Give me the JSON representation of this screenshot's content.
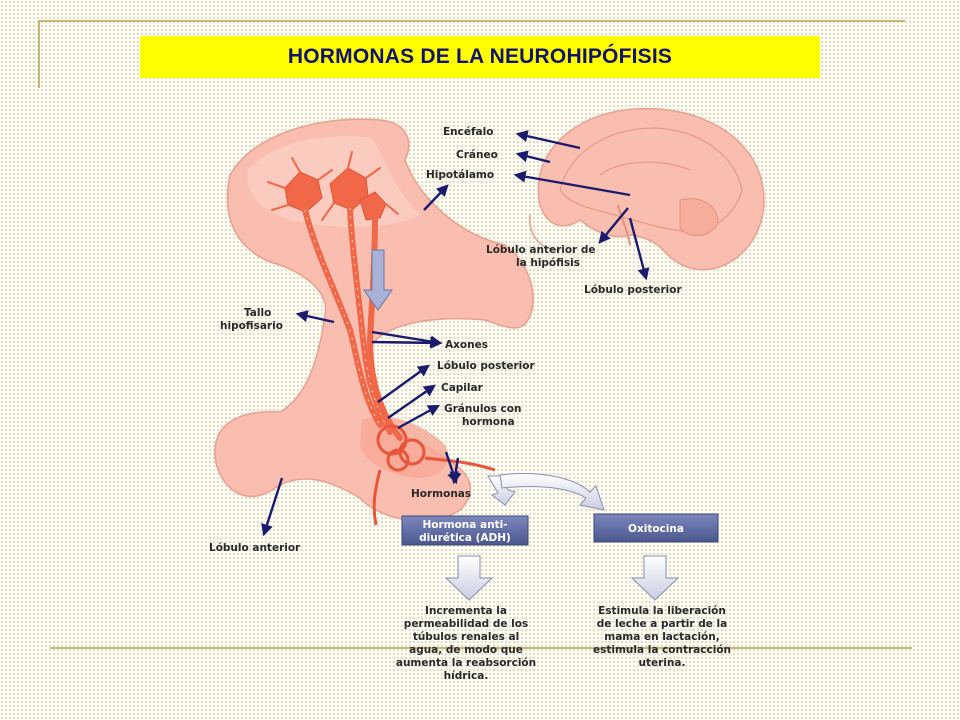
{
  "title": "HORMONAS DE LA NEUROHIPÓFISIS",
  "labels": {
    "encefalo": "Encéfalo",
    "craneo": "Cráneo",
    "hipotalamo": "Hipotálamo",
    "lobulo_anterior_hipofisis": [
      "Lóbulo anterior de",
      "la hipófisis"
    ],
    "lobulo_posterior_brain": "Lóbulo posterior",
    "tallo": [
      "Tallo",
      "hipofisario"
    ],
    "axones": "Axones",
    "lobulo_posterior": "Lóbulo posterior",
    "capilar": "Capilar",
    "granulos": [
      "Gránulos con",
      "hormona"
    ],
    "hormonas": "Hormonas",
    "lobulo_anterior": "Lóbulo anterior"
  },
  "boxes": {
    "adh": [
      "Hormona anti-",
      "diurética (ADH)"
    ],
    "oxitocina": "Oxitocina"
  },
  "effects": {
    "adh": [
      "Incrementa la",
      "permeabilidad de los",
      "túbulos renales al",
      "agua, de modo que",
      "aumenta la reabsorción",
      "hídrica."
    ],
    "oxitocina": [
      "Estimula la liberación",
      "de leche a partir de la",
      "mama en lactación,",
      "estimula la contracción",
      "uterina."
    ]
  },
  "colors": {
    "tissue": "#f9beb0",
    "tissue_edge": "#e9a090",
    "neuron": "#f06848",
    "title_bg": "#ffff00",
    "title_text": "#121270",
    "arrow": "#1a1a6e",
    "box_fill": "#5c6aa0"
  }
}
